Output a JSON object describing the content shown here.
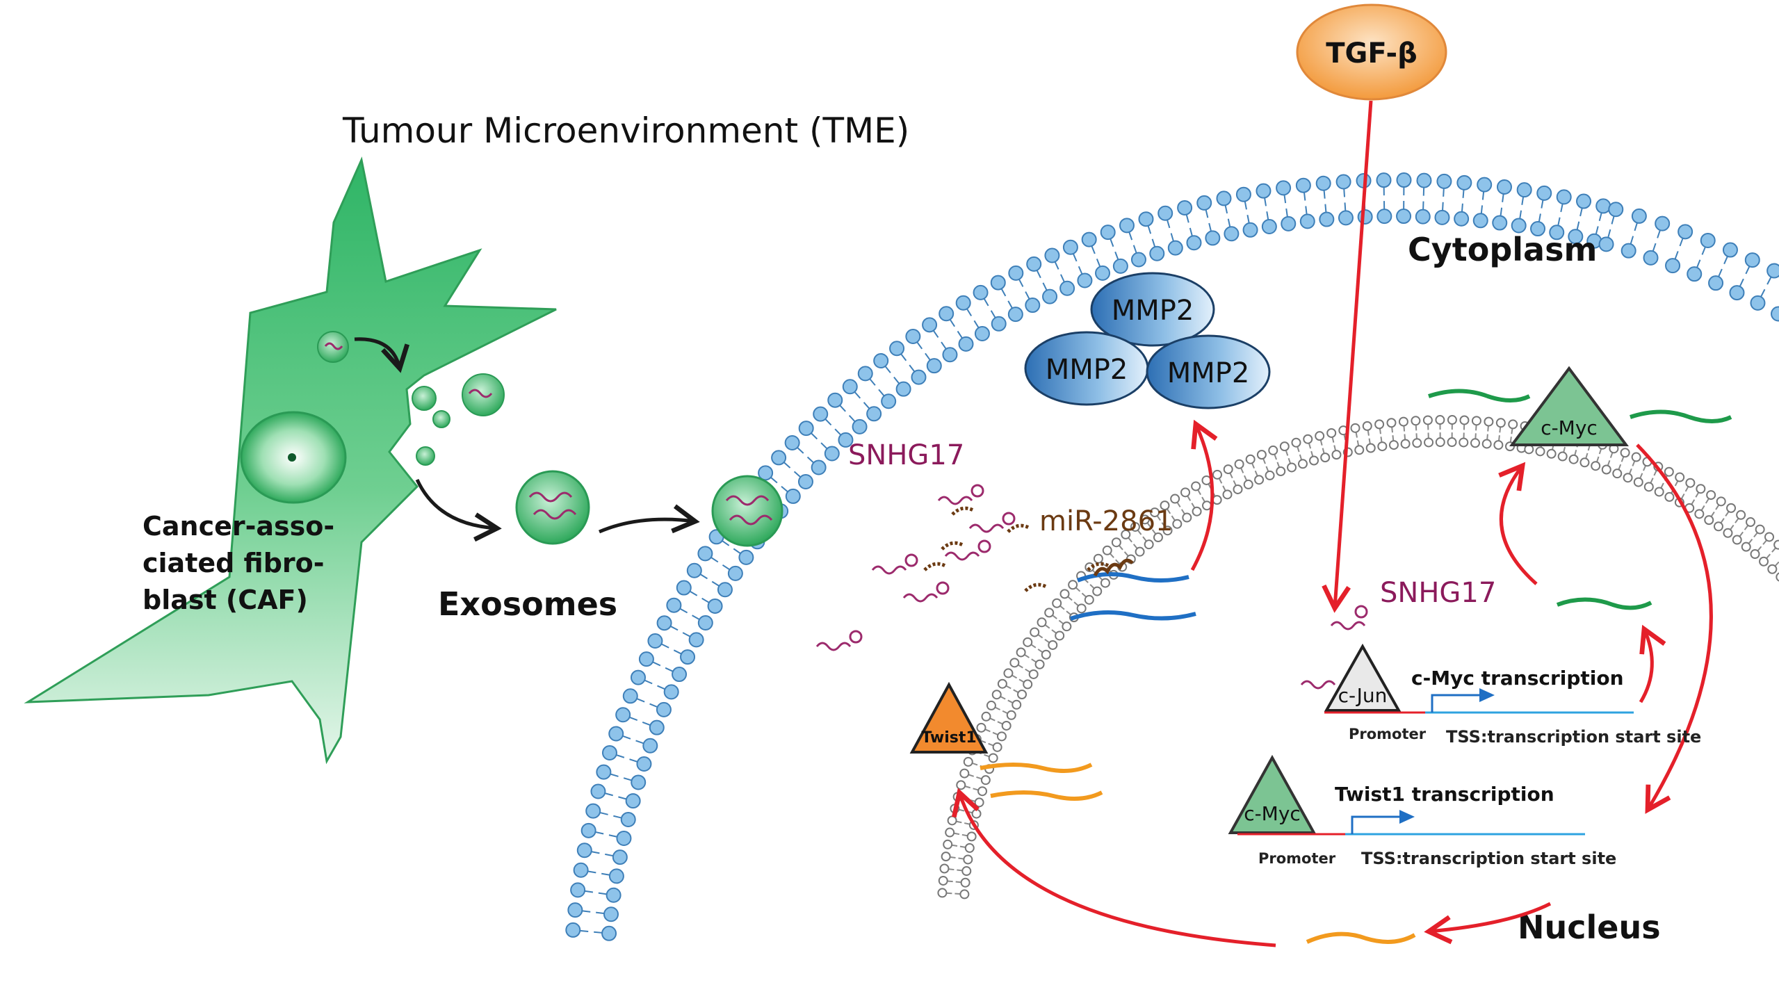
{
  "title": "Tumour Microenvironment (TME)",
  "labels": {
    "cytoplasm": "Cytoplasm",
    "nucleus": "Nucleus",
    "exosomes": "Exosomes",
    "caf_lines": [
      "Cancer-asso-",
      "ciated fibro-",
      "blast (CAF)"
    ],
    "tgf": "TGF-β",
    "snhg17_cyto": "SNHG17",
    "snhg17_nuc": "SNHG17",
    "mir": "miR-2861",
    "mmp2": "MMP2",
    "twist1_protein": "Twist1",
    "cmyc_protein": "c-Myc",
    "cjun": "c-Jun",
    "cmyc_tf": "c-Myc",
    "cmyc_transcription": "c-Myc transcription",
    "twist1_transcription": "Twist1 transcription",
    "promoter_1": "Promoter",
    "promoter_2": "Promoter",
    "tss_1": "TSS:transcription start site",
    "tss_2": "TSS:transcription start site"
  },
  "colors": {
    "caf_green": "#3db86a",
    "membrane_blue": "#5d9fd6",
    "nuclear_gray": "#9a9a9a",
    "arrow_red": "#e4202a",
    "snhg17_text": "#8b1a5b",
    "mir_text": "#6b3a12",
    "twist_orange": "#f28a2e",
    "cmyc_green": "#5daa74",
    "tgf_orange": "#f7a24a"
  }
}
